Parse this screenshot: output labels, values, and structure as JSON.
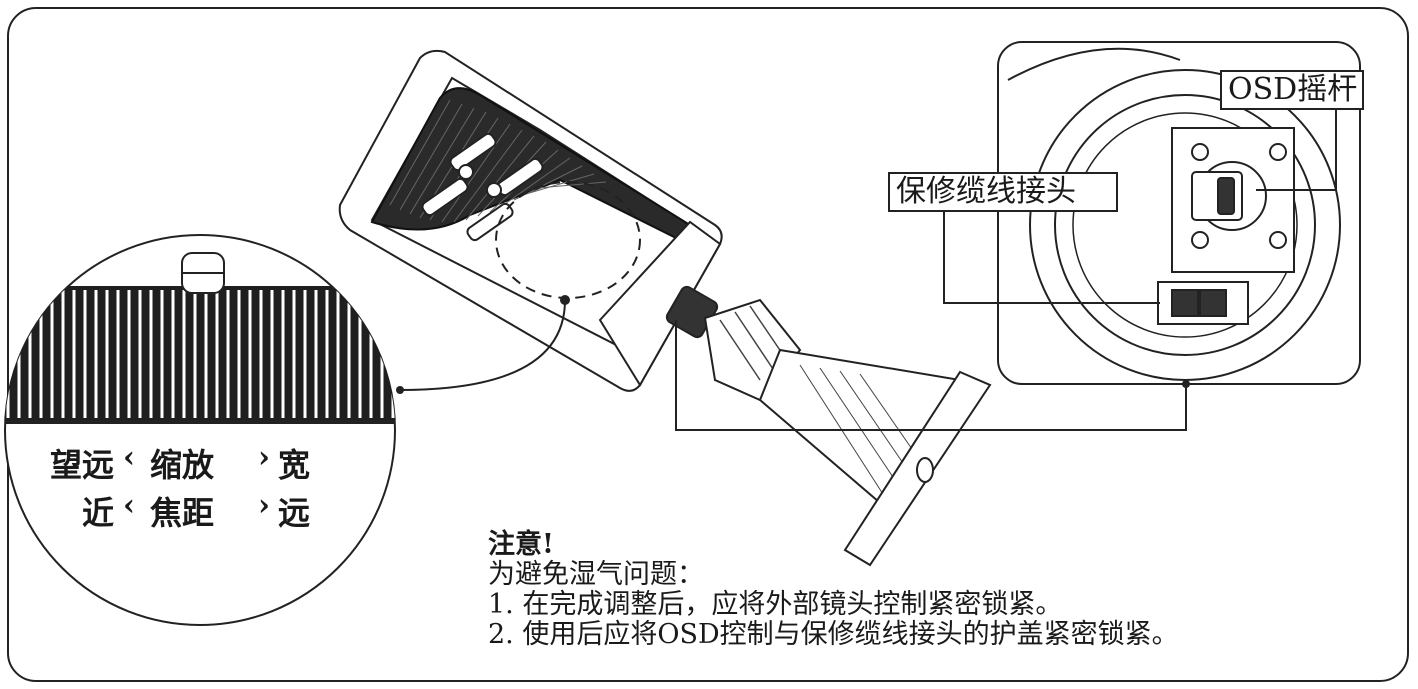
{
  "labels": {
    "osd_joystick": "OSD摇杆",
    "service_cable_connector": "保修缆线接头"
  },
  "inset": {
    "zoom_left": "望远",
    "zoom_mid": "缩放",
    "zoom_right": "宽",
    "focus_left": "近",
    "focus_mid": "焦距",
    "focus_right": "远",
    "arrow_left": "‹",
    "arrow_right": "›"
  },
  "notice": {
    "title": "注意!",
    "intro": "为避免湿气问题：",
    "item1": "1.  在完成调整后，应将外部镜头控制紧密锁紧。",
    "item2": "2.  使用后应将OSD控制与保修缆线接头的护盖紧密锁紧。"
  }
}
